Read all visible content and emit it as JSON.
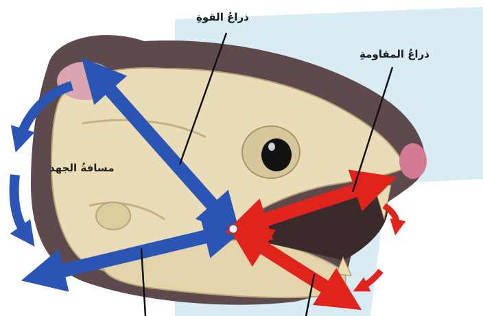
{
  "labels": {
    "effort_arm": "ذراعُ القوةِ",
    "resistance_arm": "ذراعُ المقاومةِ",
    "effort_distance": "مسافةُ الجهد"
  },
  "colors": {
    "effort_arrows": "#2a55b5",
    "resistance_arrows": "#e0241b",
    "background_panel": "#d9ecf4",
    "skull": "#e9dcb6",
    "fur": "#5e4a4d"
  },
  "icons": {
    "pivot": "fulcrum-joint",
    "motion": "curved-motion-arrow"
  }
}
